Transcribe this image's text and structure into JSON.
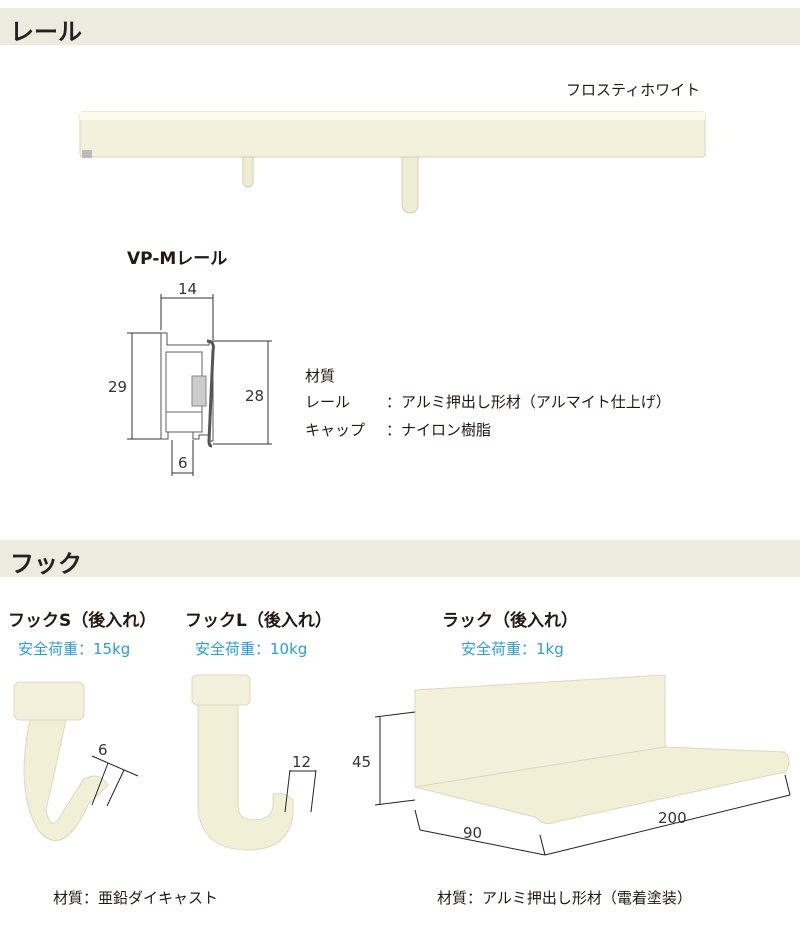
{
  "rail_section": {
    "heading": "レール",
    "color_name": "フロスティホワイト",
    "model": "VP-Mレール",
    "dims": {
      "width": "14",
      "height_left": "29",
      "height_right": "28",
      "bottom": "6"
    },
    "material": {
      "label": "材質",
      "rows": [
        {
          "part": "レール",
          "value": "：アルミ押出し形材（アルマイト仕上げ）"
        },
        {
          "part": "キャップ",
          "value": "：ナイロン樹脂"
        }
      ]
    }
  },
  "hook_section": {
    "heading": "フック",
    "items": [
      {
        "name": "フックS（後入れ）",
        "load": "安全荷重：15kg",
        "dim": "6"
      },
      {
        "name": "フックL（後入れ）",
        "load": "安全荷重：10kg",
        "dim": "12"
      },
      {
        "name": "ラック（後入れ）",
        "load": "安全荷重：1kg",
        "dims": {
          "height": "45",
          "depth": "90",
          "width": "200"
        }
      }
    ],
    "material_hooks": "材質：亜鉛ダイキャスト",
    "material_rack": "材質：アルミ押出し形材（電着塗装）"
  },
  "colors": {
    "header_bg": "#ecebdf",
    "ivory": "#f3f1dc",
    "accent_blue": "#2a9fd6"
  }
}
